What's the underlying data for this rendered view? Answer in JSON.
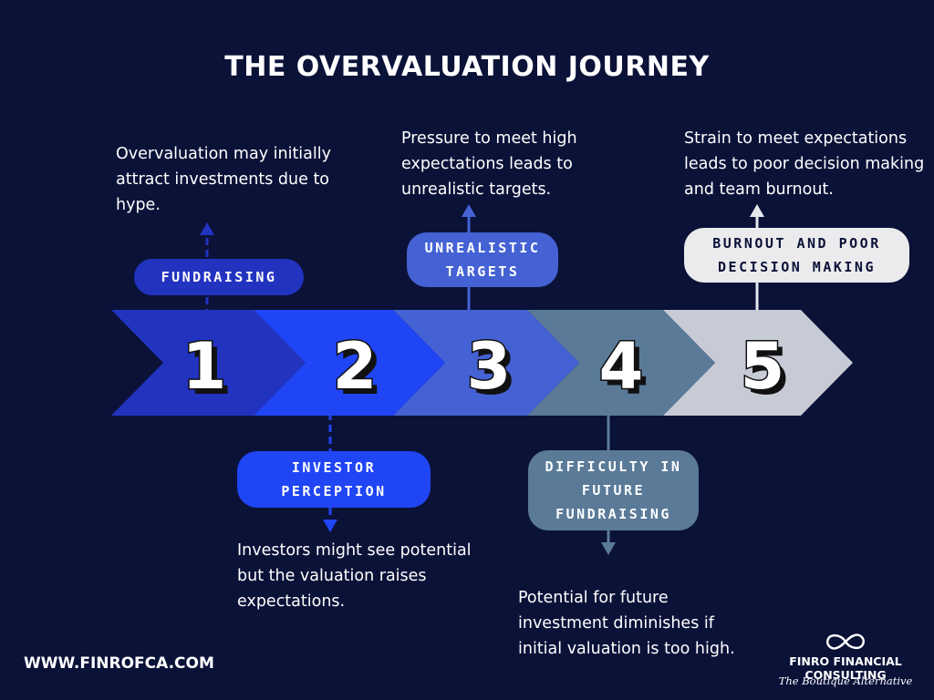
{
  "title": "THE OVERVALUATION JOURNEY",
  "colors": {
    "background": "#0b1238",
    "stage1": "#2233c0",
    "stage2": "#1f45f5",
    "stage3": "#4462d4",
    "stage4": "#5a7a98",
    "stage5": "#c7cbd6"
  },
  "stages": [
    {
      "number": "1",
      "label": "FUNDRAISING",
      "description": "Overvaluation may initially attract investments due to hype."
    },
    {
      "number": "2",
      "label": "INVESTOR PERCEPTION",
      "description": "Investors might see potential but the valuation raises expectations."
    },
    {
      "number": "3",
      "label": "UNREALISTIC TARGETS",
      "description": "Pressure to meet high expectations leads to unrealistic targets."
    },
    {
      "number": "4",
      "label": "DIFFICULTY IN FUTURE FUNDRAISING",
      "description": "Potential for future investment diminishes if initial valuation is too high."
    },
    {
      "number": "5",
      "label": "BURNOUT AND POOR DECISION MAKING",
      "description": "Strain to meet expectations leads to poor decision making and team burnout."
    }
  ],
  "footer": {
    "website": "WWW.FINROFCA.COM",
    "brand": "FINRO FINANCIAL CONSULTING",
    "tagline": "The Boutique Alternative",
    "logo_icon": "infinity-icon"
  }
}
